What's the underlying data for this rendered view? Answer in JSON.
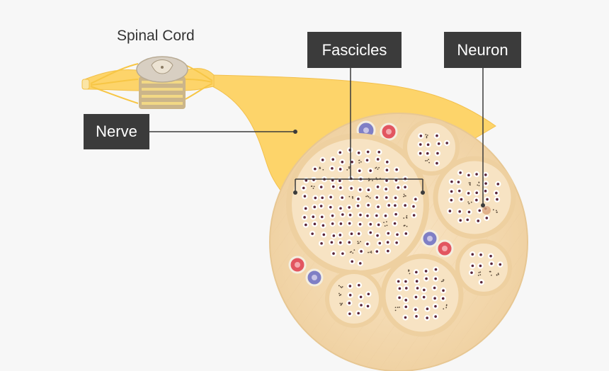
{
  "labels": {
    "spinal_cord": "Spinal Cord",
    "nerve": "Nerve",
    "fascicles": "Fascicles",
    "neuron": "Neuron"
  },
  "colors": {
    "background": "#f7f7f7",
    "label_bg": "#3b3b3b",
    "label_text": "#ffffff",
    "nerve_yellow": "#fdd46a",
    "epineurium": "#f6dcb2",
    "perineurium": "#f4d5a8",
    "fascicle_fill": "#f7e3c3",
    "axon_dark": "#5a2438",
    "vein_blue": "#7f7fc5",
    "artery_red": "#e25560"
  }
}
